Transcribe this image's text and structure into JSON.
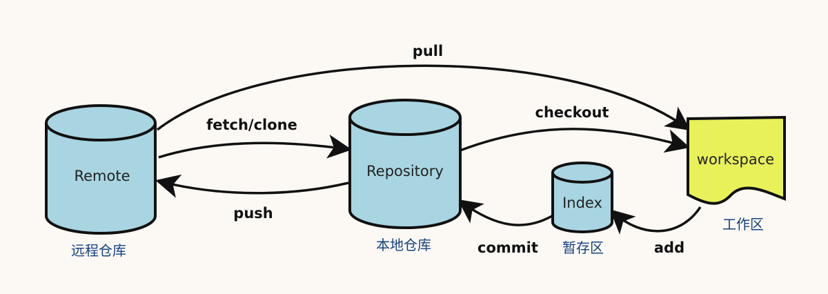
{
  "nodes": {
    "remote": {
      "label": "Remote",
      "caption": "远程仓库"
    },
    "repository": {
      "label": "Repository",
      "caption": "本地仓库"
    },
    "index": {
      "label": "Index",
      "caption": "暂存区"
    },
    "workspace": {
      "label": "workspace",
      "caption": "工作区"
    }
  },
  "edges": {
    "pull": "pull",
    "fetch_clone": "fetch/clone",
    "push": "push",
    "checkout": "checkout",
    "commit": "commit",
    "add": "add"
  },
  "colors": {
    "cylinder_fill": "#a9d5e2",
    "workspace_fill": "#e8f15a",
    "stroke": "#111111",
    "caption_text": "#14407e",
    "background": "#fcf9f5"
  }
}
